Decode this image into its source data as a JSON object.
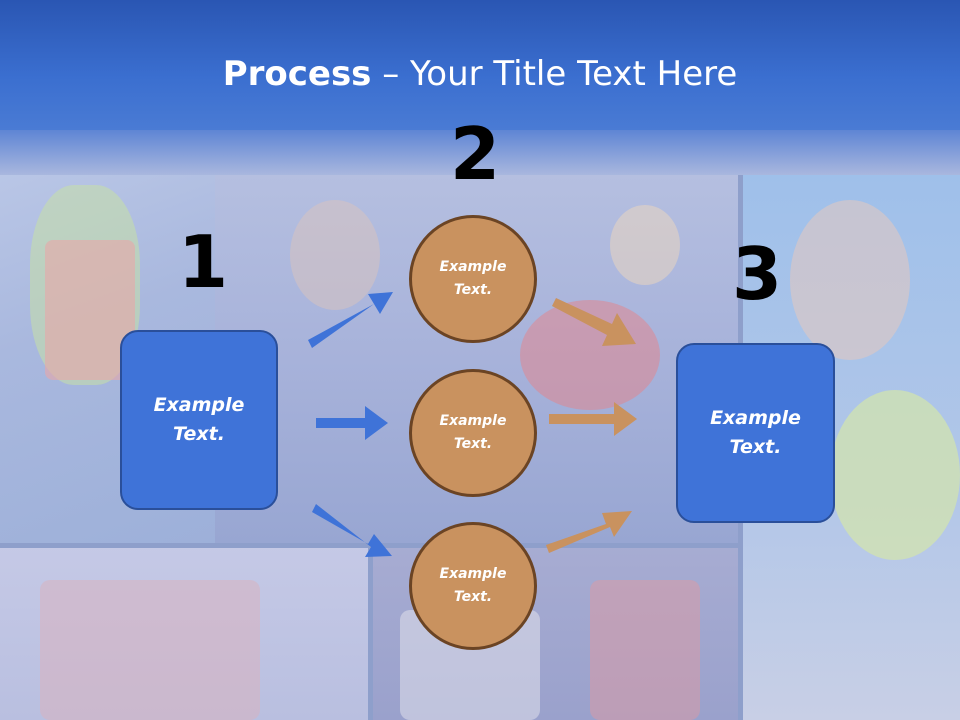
{
  "slide": {
    "title_bold": "Process",
    "title_rest": " – Your Title Text Here"
  },
  "steps": {
    "one": "1",
    "two": "2",
    "three": "3"
  },
  "left_box": {
    "line1": "Example",
    "line2": "Text."
  },
  "right_box": {
    "line1": "Example",
    "line2": "Text."
  },
  "circles": [
    {
      "line1": "Example",
      "line2": "Text."
    },
    {
      "line1": "Example",
      "line2": "Text."
    },
    {
      "line1": "Example",
      "line2": "Text."
    }
  ],
  "colors": {
    "header": "#3b6fd0",
    "box_fill": "#3f73d8",
    "circle_fill": "#c9925f",
    "arrow_blue": "#3f73d8",
    "arrow_tan": "#c9925f"
  }
}
